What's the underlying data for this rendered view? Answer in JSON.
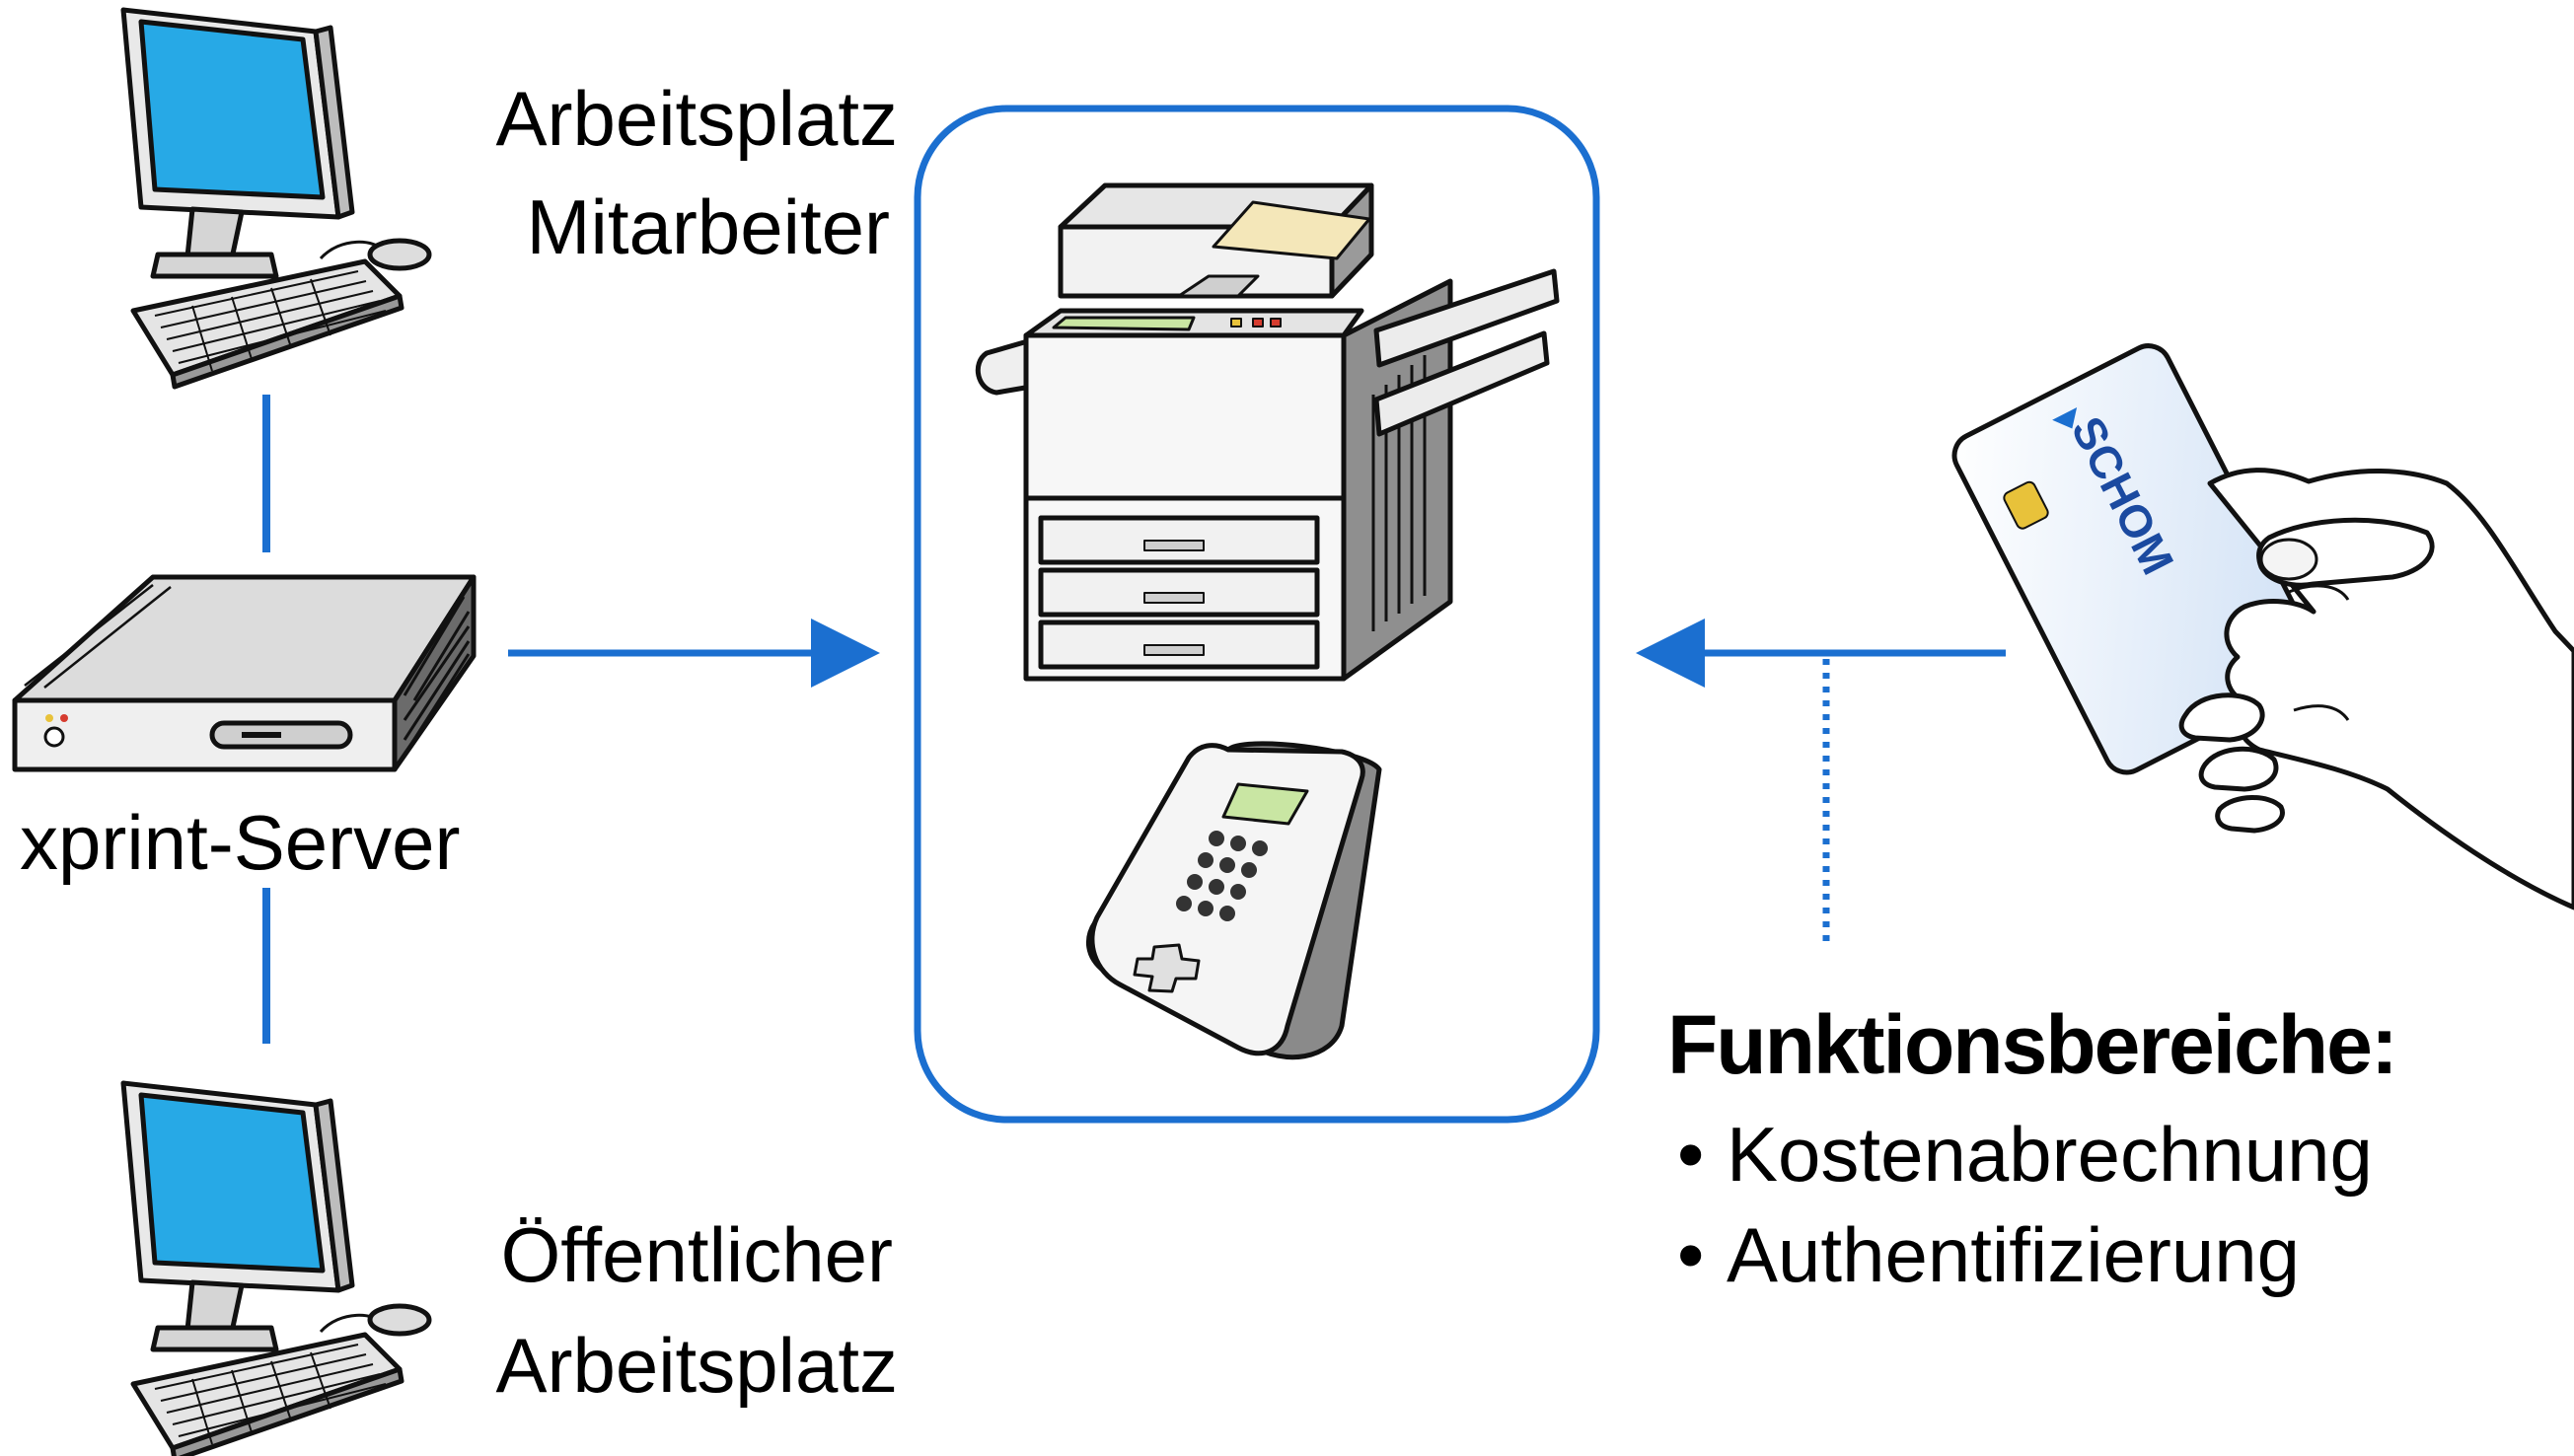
{
  "labels": {
    "workstation_staff_line1": "Arbeitsplatz",
    "workstation_staff_line2": "Mitarbeiter",
    "server": "xprint-Server",
    "workstation_public_line1": "Öffentlicher",
    "workstation_public_line2": "Arbeitsplatz"
  },
  "functions": {
    "heading": "Funktionsbereiche:",
    "bullet_char": "•",
    "items": [
      "Kostenabrechnung",
      "Authentifizierung"
    ]
  },
  "card": {
    "brand": "SCHOM"
  },
  "colors": {
    "connector": "#1b6fd0",
    "frame": "#1b6fd0",
    "screen": "#27a9e6",
    "lcd": "#c9e6a3",
    "paper": "#f4e7b9",
    "card_chip": "#e8c23a"
  }
}
